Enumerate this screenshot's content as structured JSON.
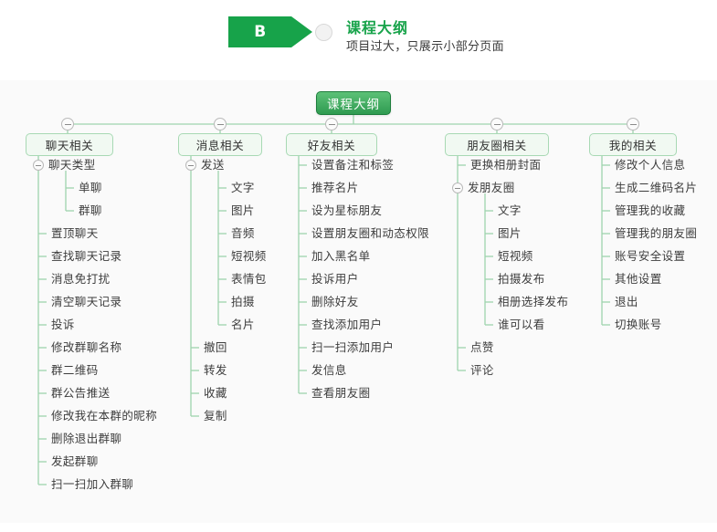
{
  "header": {
    "badge_label": "B",
    "title": "课程大纲",
    "subtitle": "项目过大，只展示小部分页面",
    "circle_icon": "circle-icon",
    "accent_color": "#17a34a"
  },
  "mindmap": {
    "root": "课程大纲",
    "branches": [
      {
        "title": "聊天相关",
        "children": [
          {
            "label": "聊天类型",
            "collapsible": true,
            "children": [
              "单聊",
              "群聊"
            ]
          },
          {
            "label": "置顶聊天"
          },
          {
            "label": "查找聊天记录"
          },
          {
            "label": "消息免打扰"
          },
          {
            "label": "清空聊天记录"
          },
          {
            "label": "投诉"
          },
          {
            "label": "修改群聊名称"
          },
          {
            "label": "群二维码"
          },
          {
            "label": "群公告推送"
          },
          {
            "label": "修改我在本群的昵称"
          },
          {
            "label": "删除退出群聊"
          },
          {
            "label": "发起群聊"
          },
          {
            "label": "扫一扫加入群聊"
          }
        ]
      },
      {
        "title": "消息相关",
        "children": [
          {
            "label": "发送",
            "collapsible": true,
            "children": [
              "文字",
              "图片",
              "音频",
              "短视频",
              "表情包",
              "拍摄",
              "名片"
            ]
          },
          {
            "label": "撤回"
          },
          {
            "label": "转发"
          },
          {
            "label": "收藏"
          },
          {
            "label": "复制"
          }
        ]
      },
      {
        "title": "好友相关",
        "children": [
          {
            "label": "设置备注和标签"
          },
          {
            "label": "推荐名片"
          },
          {
            "label": "设为星标朋友"
          },
          {
            "label": "设置朋友圈和动态权限"
          },
          {
            "label": "加入黑名单"
          },
          {
            "label": "投诉用户"
          },
          {
            "label": "删除好友"
          },
          {
            "label": "查找添加用户"
          },
          {
            "label": "扫一扫添加用户"
          },
          {
            "label": "发信息"
          },
          {
            "label": "查看朋友圈"
          }
        ]
      },
      {
        "title": "朋友圈相关",
        "children": [
          {
            "label": "更换相册封面"
          },
          {
            "label": "发朋友圈",
            "collapsible": true,
            "children": [
              "文字",
              "图片",
              "短视频",
              "拍摄发布",
              "相册选择发布",
              "谁可以看"
            ]
          },
          {
            "label": "点赞"
          },
          {
            "label": "评论"
          }
        ]
      },
      {
        "title": "我的相关",
        "children": [
          {
            "label": "修改个人信息"
          },
          {
            "label": "生成二维码名片"
          },
          {
            "label": "管理我的收藏"
          },
          {
            "label": "管理我的朋友圈"
          },
          {
            "label": "账号安全设置"
          },
          {
            "label": "其他设置"
          },
          {
            "label": "退出"
          },
          {
            "label": "切换账号"
          }
        ]
      }
    ]
  }
}
